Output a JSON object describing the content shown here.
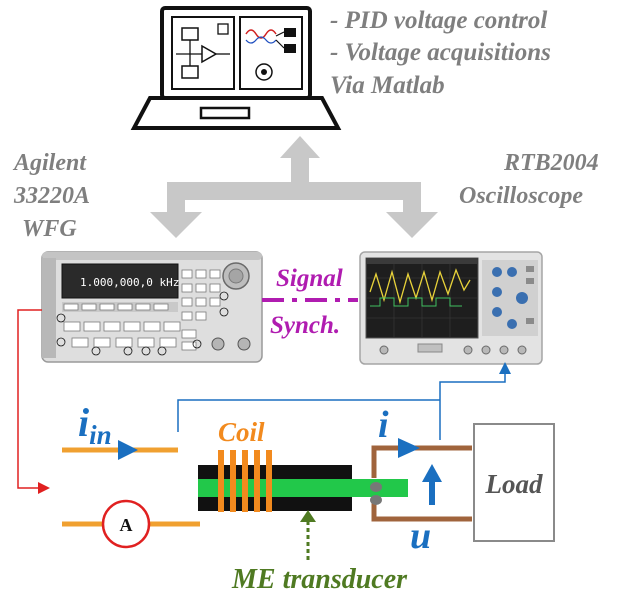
{
  "notes": {
    "line1": "- PID voltage control",
    "line2": "- Voltage acquisitions",
    "line3": "Via Matlab"
  },
  "wfg_label": {
    "line1": "Agilent",
    "line2": "33220A",
    "line3": "WFG"
  },
  "scope_label": {
    "line1": "RTB2004",
    "line2": "Oscilloscope"
  },
  "link_labels": {
    "signal": "Signal",
    "synch": "Synch."
  },
  "wfg_display": {
    "frequency": "1.000,000,0 kHz"
  },
  "circuit": {
    "i_in": "i",
    "i_in_sub": "in",
    "coil": "Coil",
    "current": "i",
    "voltage": "u",
    "load": "Load",
    "ammeter": "A",
    "transducer": "ME transducer"
  },
  "colors": {
    "arrow_gray": "#c8c8c8",
    "label_gray": "#7f7f7f",
    "signal_magenta": "#b01cb0",
    "coil_orange": "#f28a1e",
    "wire_orange": "#f0a030",
    "blue": "#1a6fc0",
    "red": "#e02020",
    "green": "#22c84a",
    "brown": "#a0643c",
    "transducer_green": "#4f7a22"
  }
}
